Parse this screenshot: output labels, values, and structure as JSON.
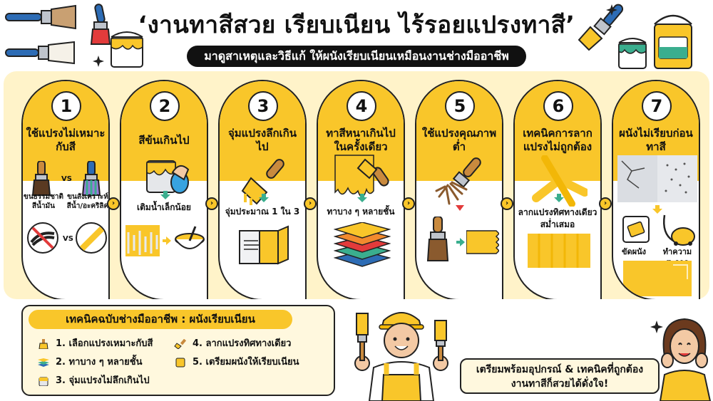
{
  "header": {
    "title": "‘งานทาสีสวย เรียบเนียน ไร้รอยแปรงทาสี’",
    "subtitle": "มาดูสาเหตุและวิธีแก้ ให้ผนังเรียบเนียนเหมือนงานช่างมืออาชีพ"
  },
  "steps": [
    {
      "num": "1",
      "title": "ใช้แปรงไม่เหมาะกับสี",
      "vs": "VS",
      "vs2": "VS",
      "cap_a": "ขนธรรมชาติ สีน้ำมัน",
      "cap_b": "ขนสังเคราะห์ สีน้ำ/อะคริลิค"
    },
    {
      "num": "2",
      "title": "สีข้นเกินไป",
      "caption": "เติมน้ำเล็กน้อย"
    },
    {
      "num": "3",
      "title": "จุ่มแปรงลึกเกินไป",
      "caption": "จุ่มประมาณ 1 ใน 3"
    },
    {
      "num": "4",
      "title": "ทาสีหนาเกินไปในครั้งเดียว",
      "caption": "ทาบาง ๆ หลายชั้น"
    },
    {
      "num": "5",
      "title": "ใช้แปรงคุณภาพต่ำ"
    },
    {
      "num": "6",
      "title": "เทคนิคการลากแปรงไม่ถูกต้อง",
      "caption": "ลากแปรงทิศทางเดียว สม่ำเสมอ"
    },
    {
      "num": "7",
      "title": "ผนังไม่เรียบก่อนทาสี",
      "cap_a": "ขัดผนัง",
      "cap_b": "ทำความสะอาด"
    }
  ],
  "tips": {
    "title": "เทคนิคฉบับช่างมืออาชีพ : ผนังเรียบเนียน",
    "items": [
      "1. เลือกแปรงเหมาะกับสี",
      "2. ทาบาง ๆ หลายชั้น",
      "3. จุ่มแปรงไม่ลึกเกินไป",
      "4. ลากแปรงทิศทางเดียว",
      "5. เตรียมผนังให้เรียบเนียน"
    ]
  },
  "cta": {
    "line1": "เตรียมพร้อมอุปกรณ์ & เทคนิคที่ถูกต้อง",
    "line2": "งานทาสีก็สวยได้ดั่งใจ!"
  },
  "colors": {
    "accent": "#F9C62A",
    "panel": "#FFF3C9",
    "ink": "#111111",
    "teal": "#3AAE8E"
  },
  "icons": [
    "paint-brush-icon",
    "paint-can-icon",
    "sparkle-icon",
    "chevron-right-icon",
    "vacuum-icon",
    "sanding-block-icon",
    "layers-icon"
  ]
}
